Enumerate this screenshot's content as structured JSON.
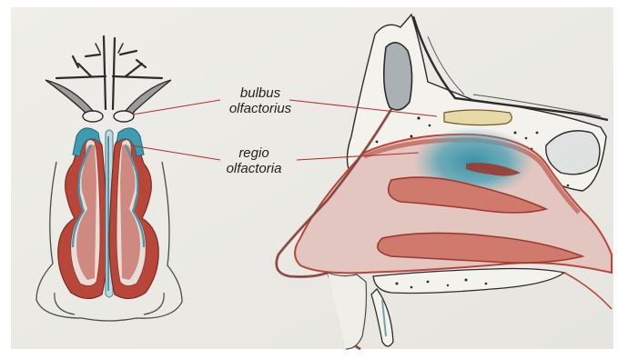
{
  "labels": {
    "bulbus": {
      "line1": "bulbus",
      "line2": "olfactorius"
    },
    "regio": {
      "line1": "regio",
      "line2": "olfactoria"
    }
  },
  "colors": {
    "paper": "#ecebe6",
    "mucosa_red": "#b8473a",
    "olfactory_blue": "#3f9bb0",
    "ink": "#2b2b2b",
    "leader_line": "#b03030",
    "bone": "#f4f2ec"
  }
}
